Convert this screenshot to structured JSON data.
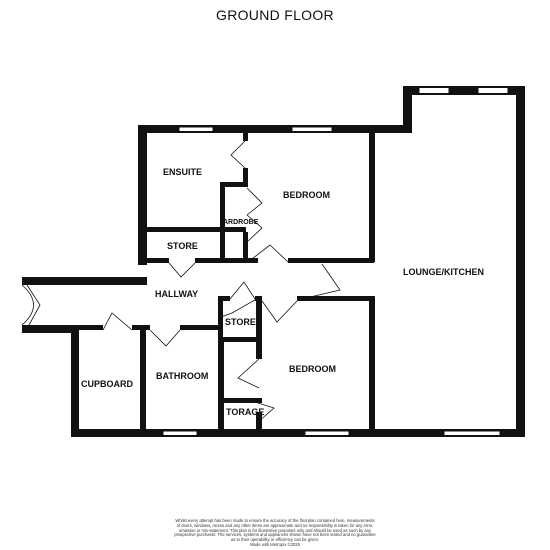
{
  "title": "GROUND FLOOR",
  "rooms": {
    "ensuite": "ENSUITE",
    "bedroom_1": "BEDROOM",
    "wardrobe": "ARDROBE",
    "store_1": "STORE",
    "lounge_kitchen": "LOUNGE/KITCHEN",
    "hallway": "HALLWAY",
    "store_2": "STORE",
    "cupboard": "CUPBOARD",
    "bathroom": "BATHROOM",
    "bedroom_2": "BEDROOM",
    "storage": "TORAGE"
  },
  "disclaimer": {
    "lines": [
      "Whilst every attempt has been made to ensure the accuracy of the floorplan contained here, measurements",
      "of doors, windows, rooms and any other items are approximate and no responsibility is taken for any error,",
      "omission or mis-statement. This plan is for illustrative purposes only and should be used as such by any",
      "prospective purchaser. The services, systems and appliances shown have not been tested and no guarantee",
      "as to their operability or efficiency can be given.",
      "Made with Metropix ©2025"
    ]
  },
  "colors": {
    "wall": "#111111",
    "window": "#ffffff",
    "background": "#ffffff"
  }
}
